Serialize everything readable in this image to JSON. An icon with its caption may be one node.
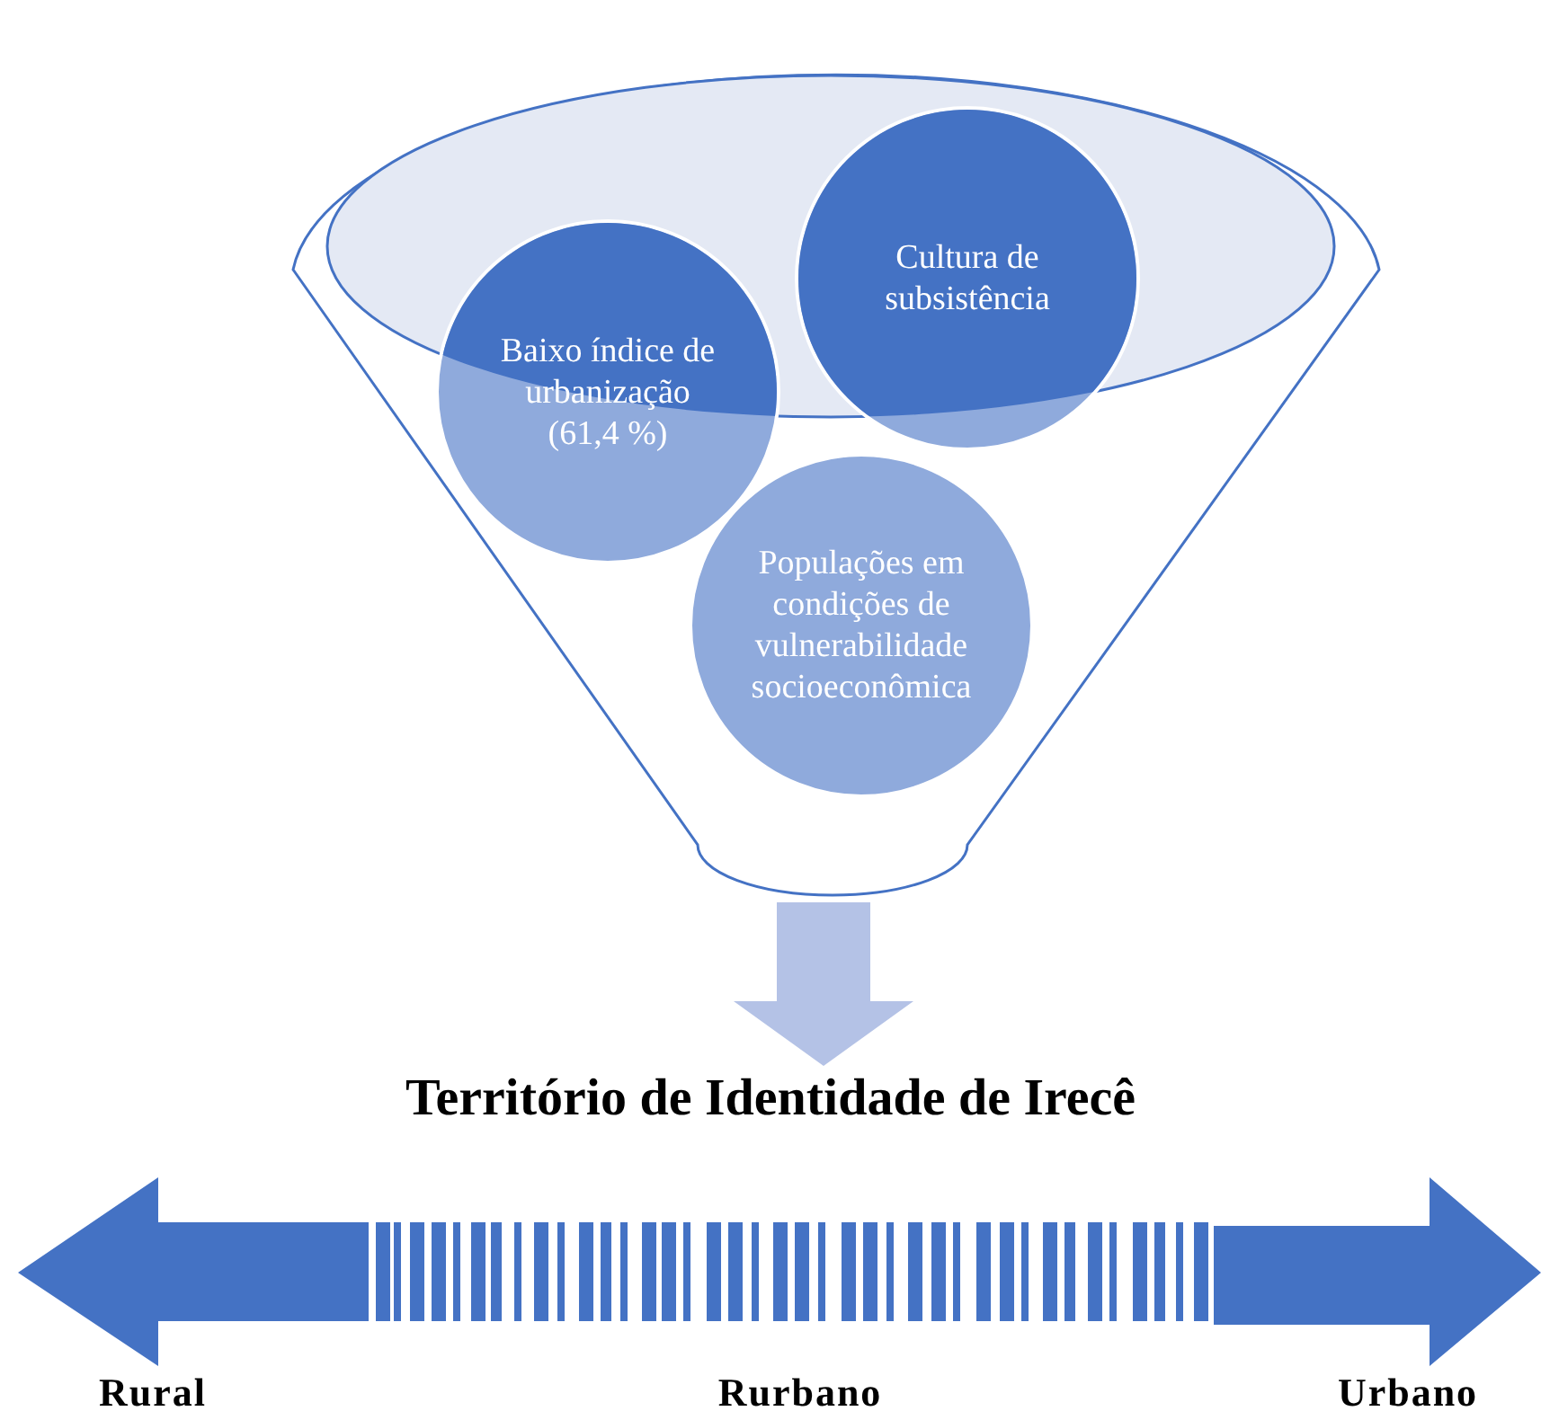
{
  "diagram": {
    "nodes": [
      {
        "text": [],
        "shape": "funnel"
      },
      {
        "text": [
          "Baixo índice de urbanização (61,4 %)"
        ],
        "in": 0
      },
      {
        "text": [
          "Cultura de subsistência"
        ],
        "in": 0
      },
      {
        "text": [
          "Populações em condições de vulnerabilidade socioeconômica"
        ],
        "in": 0
      },
      {
        "text": [
          "Território de Identidade de Irecê"
        ]
      }
    ],
    "edges": [
      {
        "from": 0,
        "to": 4,
        "arrow": "to"
      }
    ],
    "labels": [
      "Rural",
      "Rurbano",
      "Urbano"
    ]
  }
}
